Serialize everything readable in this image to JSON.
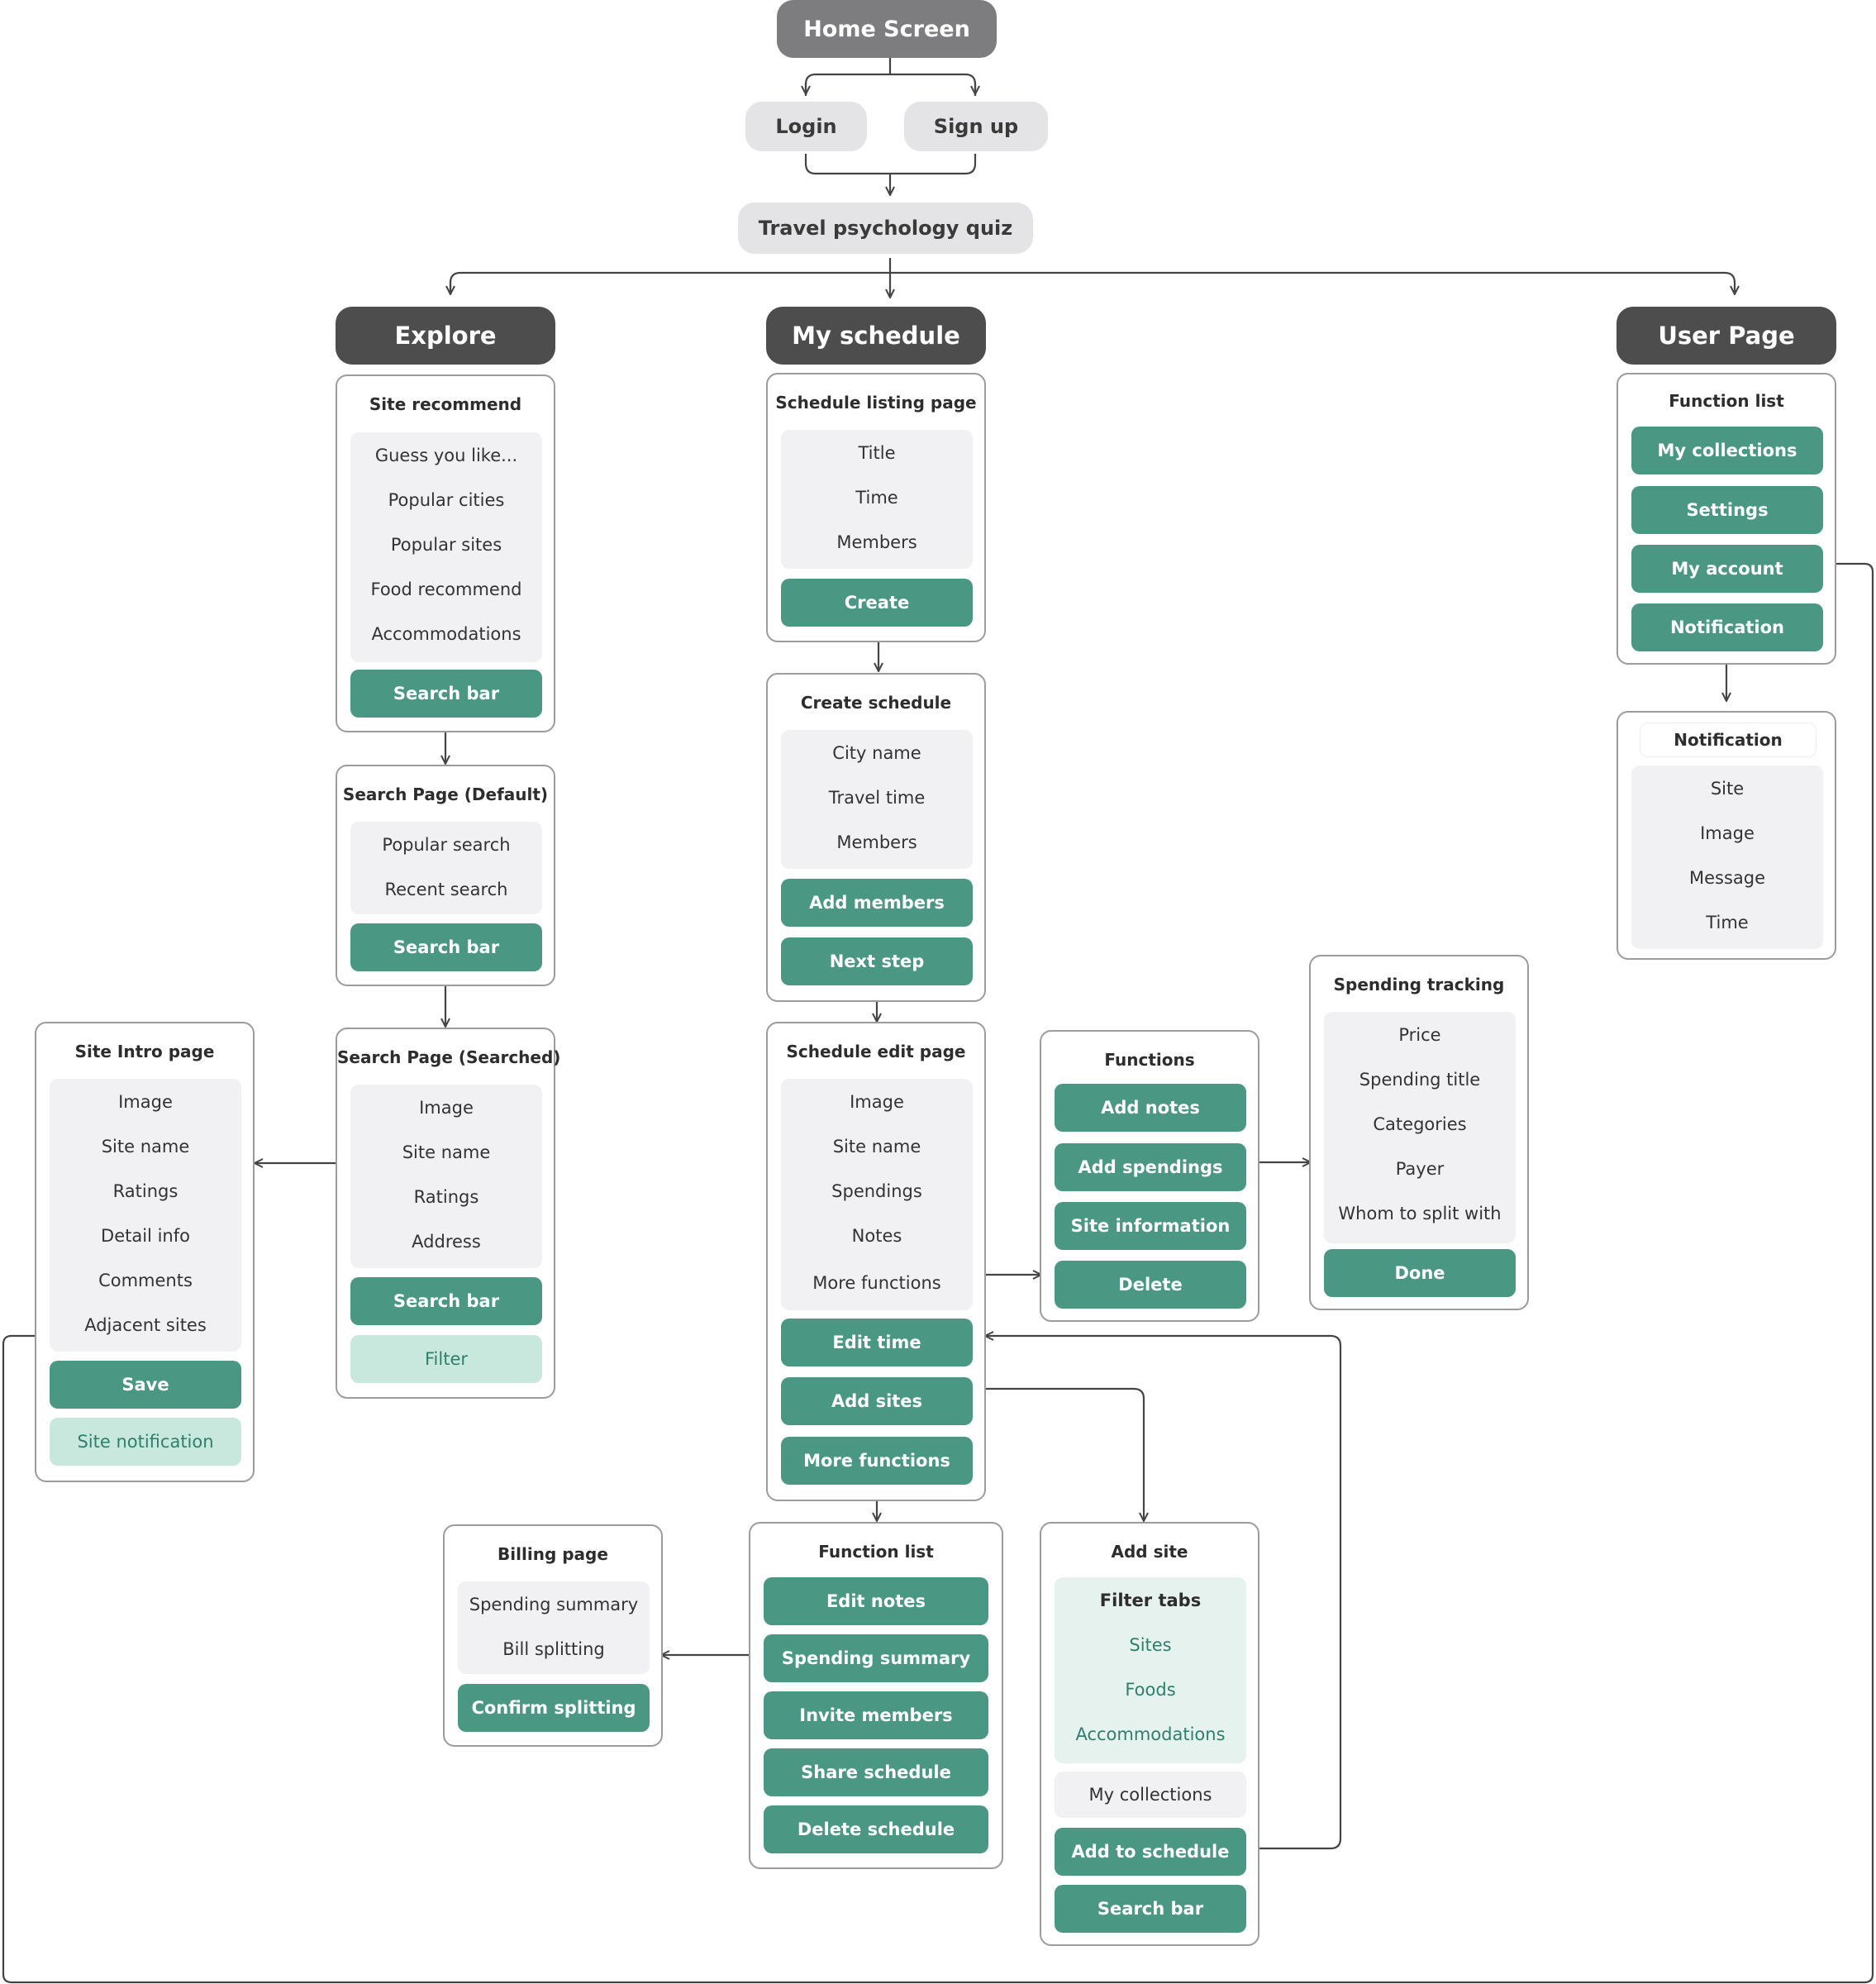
{
  "nodes": {
    "home_screen": "Home Screen",
    "login": "Login",
    "sign_up": "Sign up",
    "travel_quiz": "Travel psychology quiz",
    "explore": "Explore",
    "my_schedule": "My schedule",
    "user_page": "User Page"
  },
  "cards": {
    "site_recommend": {
      "title": "Site recommend",
      "items": [
        "Guess you like...",
        "Popular cities",
        "Popular sites",
        "Food recommend",
        "Accommodations"
      ],
      "button": "Search bar"
    },
    "search_default": {
      "title": "Search Page (Default)",
      "items": [
        "Popular search",
        "Recent search"
      ],
      "button": "Search bar"
    },
    "search_searched": {
      "title": "Search Page (Searched)",
      "items": [
        "Image",
        "Site name",
        "Ratings",
        "Address"
      ],
      "button": "Search bar",
      "button2": "Filter"
    },
    "site_intro": {
      "title": "Site Intro page",
      "items": [
        "Image",
        "Site name",
        "Ratings",
        "Detail info",
        "Comments",
        "Adjacent sites"
      ],
      "button": "Save",
      "button2": "Site notification"
    },
    "schedule_listing": {
      "title": "Schedule listing page",
      "items": [
        "Title",
        "Time",
        "Members"
      ],
      "button": "Create"
    },
    "create_schedule": {
      "title": "Create schedule",
      "items": [
        "City name",
        "Travel time",
        "Members"
      ],
      "buttons": [
        "Add members",
        "Next step"
      ]
    },
    "schedule_edit": {
      "title": "Schedule edit page",
      "items": [
        "Image",
        "Site name",
        "Spendings",
        "Notes",
        "More functions"
      ],
      "buttons": [
        "Edit time",
        "Add sites",
        "More functions"
      ]
    },
    "functions": {
      "title": "Functions",
      "buttons": [
        "Add notes",
        "Add spendings",
        "Site information",
        "Delete"
      ]
    },
    "spending_tracking": {
      "title": "Spending tracking",
      "items": [
        "Price",
        "Spending title",
        "Categories",
        "Payer",
        "Whom to split with"
      ],
      "button": "Done"
    },
    "function_list_schedule": {
      "title": "Function list",
      "buttons": [
        "Edit notes",
        "Spending summary",
        "Invite members",
        "Share schedule",
        "Delete schedule"
      ]
    },
    "billing_page": {
      "title": "Billing page",
      "items": [
        "Spending summary",
        "Bill splitting"
      ],
      "button": "Confirm splitting"
    },
    "add_site": {
      "title": "Add site",
      "filter_title": "Filter tabs",
      "filter_items": [
        "Sites",
        "Foods",
        "Accommodations"
      ],
      "collections": "My collections",
      "buttons": [
        "Add to schedule",
        "Search bar"
      ]
    },
    "function_list_user": {
      "title": "Function list",
      "buttons": [
        "My collections",
        "Settings",
        "My account",
        "Notification"
      ]
    },
    "notification": {
      "title": "Notification",
      "items": [
        "Site",
        "Image",
        "Message",
        "Time"
      ]
    }
  },
  "colors": {
    "accent": "#4a9883",
    "accent_light": "#c8e8dd",
    "section_header": "#4d4d4d",
    "top_header": "#7d7d80",
    "list_bg": "#f1f1f3",
    "line": "#444444"
  }
}
